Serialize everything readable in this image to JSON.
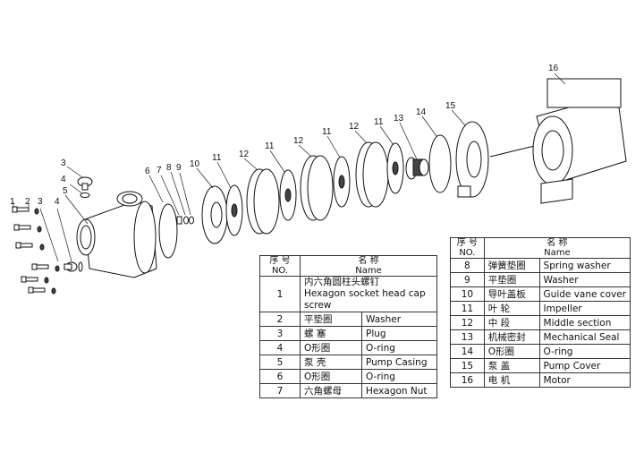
{
  "callouts": [
    {
      "id": "c1",
      "label": "1"
    },
    {
      "id": "c2",
      "label": "2"
    },
    {
      "id": "c3a",
      "label": "3"
    },
    {
      "id": "c3b",
      "label": "3"
    },
    {
      "id": "c4a",
      "label": "4"
    },
    {
      "id": "c4b",
      "label": "4"
    },
    {
      "id": "c5",
      "label": "5"
    },
    {
      "id": "c6",
      "label": "6"
    },
    {
      "id": "c7",
      "label": "7"
    },
    {
      "id": "c8",
      "label": "8"
    },
    {
      "id": "c9",
      "label": "9"
    },
    {
      "id": "c10",
      "label": "10"
    },
    {
      "id": "c11a",
      "label": "11"
    },
    {
      "id": "c12a",
      "label": "12"
    },
    {
      "id": "c11b",
      "label": "11"
    },
    {
      "id": "c12b",
      "label": "12"
    },
    {
      "id": "c11c",
      "label": "11"
    },
    {
      "id": "c12c",
      "label": "12"
    },
    {
      "id": "c11d",
      "label": "11"
    },
    {
      "id": "c13",
      "label": "13"
    },
    {
      "id": "c14",
      "label": "14"
    },
    {
      "id": "c15",
      "label": "15"
    },
    {
      "id": "c16",
      "label": "16"
    }
  ],
  "table_headers": {
    "no_cn": "序 号",
    "no_en": "NO.",
    "name_cn": "名 称",
    "name_en": "Name"
  },
  "parts_left": [
    {
      "no": "1",
      "cn": "内六角圆柱头螺钉",
      "en": "Hexagon socket head cap screw"
    },
    {
      "no": "2",
      "cn": "平垫圈",
      "en": "Washer"
    },
    {
      "no": "3",
      "cn": "螺 塞",
      "en": "Plug"
    },
    {
      "no": "4",
      "cn": "O形圈",
      "en": "O-ring"
    },
    {
      "no": "5",
      "cn": "泵 壳",
      "en": "Pump Casing"
    },
    {
      "no": "6",
      "cn": "O形圈",
      "en": "O-ring"
    },
    {
      "no": "7",
      "cn": "六角螺母",
      "en": "Hexagon Nut"
    }
  ],
  "parts_right": [
    {
      "no": "8",
      "cn": "弹簧垫圈",
      "en": "Spring washer"
    },
    {
      "no": "9",
      "cn": "平垫圈",
      "en": "Washer"
    },
    {
      "no": "10",
      "cn": "导叶盖板",
      "en": "Guide vane cover"
    },
    {
      "no": "11",
      "cn": "叶 轮",
      "en": "Impeller"
    },
    {
      "no": "12",
      "cn": "中 段",
      "en": "Middle section"
    },
    {
      "no": "13",
      "cn": "机械密封",
      "en": "Mechanical Seal"
    },
    {
      "no": "14",
      "cn": "O形圈",
      "en": "O-ring"
    },
    {
      "no": "15",
      "cn": "泵 盖",
      "en": "Pump Cover"
    },
    {
      "no": "16",
      "cn": "电 机",
      "en": "Motor"
    }
  ]
}
